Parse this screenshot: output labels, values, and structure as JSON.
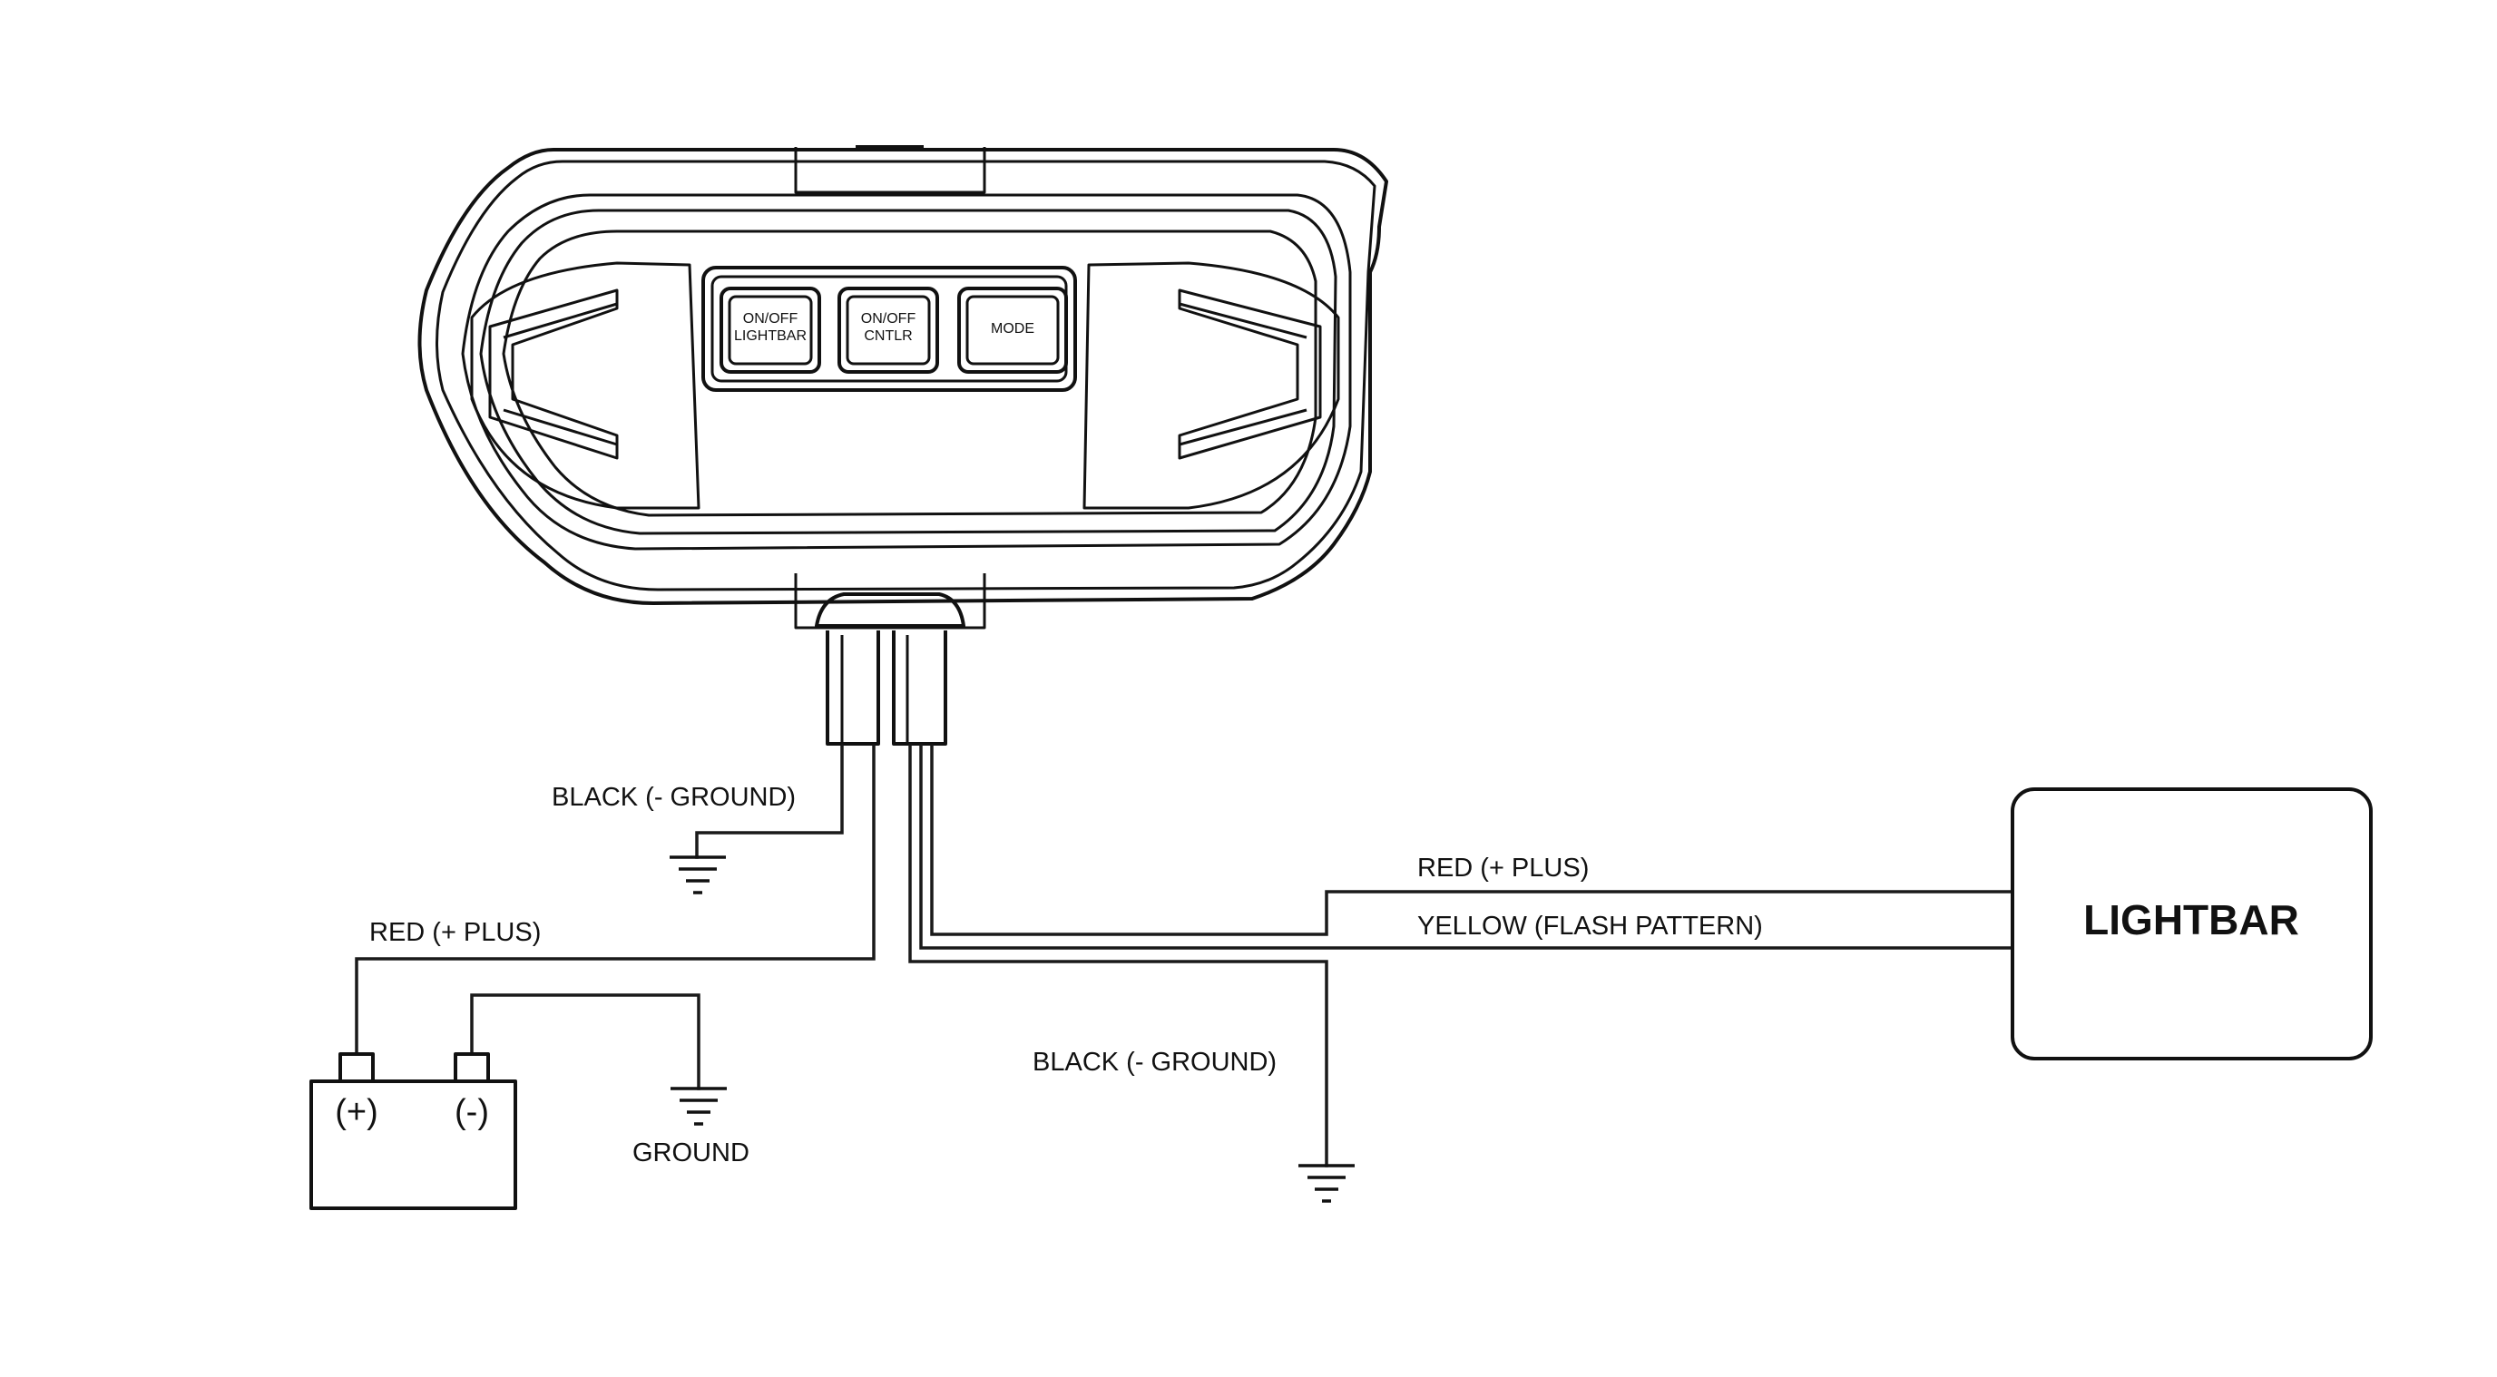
{
  "controller": {
    "buttons": {
      "lightbar": [
        "ON/OFF",
        "LIGHTBAR"
      ],
      "cntlr": [
        "ON/OFF",
        "CNTLR"
      ],
      "mode": "MODE"
    }
  },
  "wires": {
    "black_ground_top": "BLACK (- GROUND)",
    "red_plus_battery": "RED (+ PLUS)",
    "red_plus_lightbar": "RED (+ PLUS)",
    "yellow_flash": "YELLOW (FLASH PATTERN)",
    "black_ground_bottom": "BLACK (- GROUND)"
  },
  "battery": {
    "positive": "(+)",
    "negative": "(-)",
    "ground_label": "GROUND"
  },
  "lightbar_box": {
    "label": "LIGHTBAR"
  }
}
